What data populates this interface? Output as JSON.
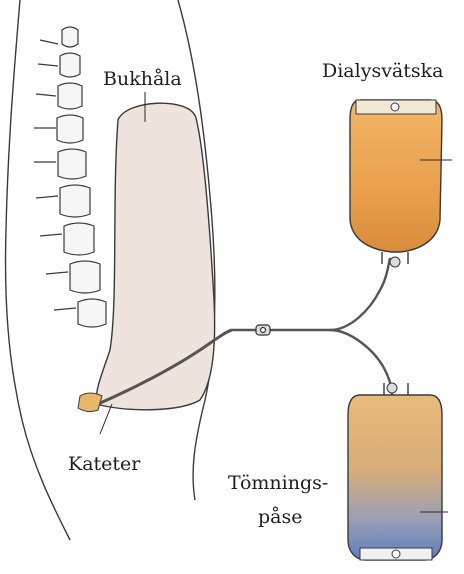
{
  "labels": {
    "peritoneal_cavity": "Bukhåla",
    "dialysis_fluid": "Dialysvätska",
    "catheter": "Kateter",
    "drainage_bag_line1": "Tömnings-",
    "drainage_bag_line2": "påse"
  },
  "colors": {
    "cavity_fill": "#efe3dd",
    "dialysis_fluid": "#e8a24e",
    "drainage_fluid_top": "#e2b06a",
    "drainage_fluid_bottom": "#6f86b8",
    "outline": "#3a3a3a",
    "bone": "#f6f6f6"
  }
}
